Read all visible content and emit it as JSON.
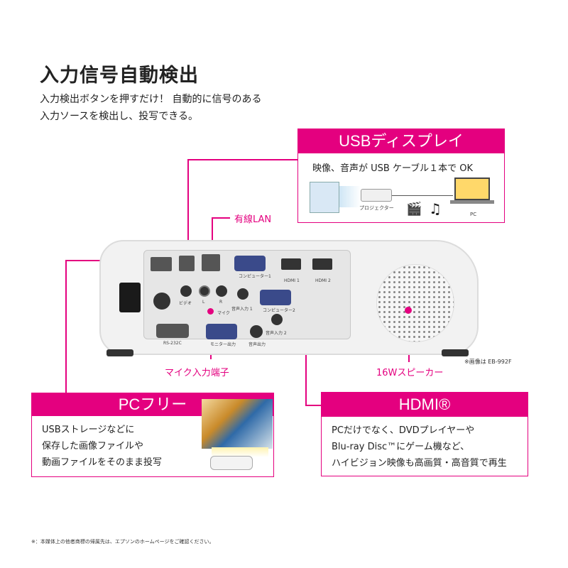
{
  "title": "入力信号自動検出",
  "lead": {
    "line1": "入力検出ボタンを押すだけ！ 自動的に信号のある",
    "line2": "入力ソースを検出し、投写できる。"
  },
  "usb_display": {
    "heading": "USBディスプレイ",
    "desc": "映像、音声が USB ケーブル１本で OK",
    "label_projector": "プロジェクター",
    "label_pc": "PC"
  },
  "wired_lan": {
    "label": "有線LAN"
  },
  "mic_input": {
    "label": "マイク入力端子"
  },
  "speaker": {
    "label": "16Wスピーカー"
  },
  "image_note": "※画像は EB-992F",
  "ports": {
    "computer1": "コンピューター1",
    "computer2": "コンピューター2",
    "hdmi1": "HDMI 1",
    "hdmi2": "HDMI 2",
    "video": "ビデオ",
    "l": "L",
    "r": "R",
    "mic": "マイク",
    "audio_in1": "音声入力 1",
    "audio_in2": "音声入力 2",
    "rs232c": "RS-232C",
    "monitor_out": "モニター出力",
    "audio_out": "音声出力"
  },
  "pc_free": {
    "heading": "PCフリー",
    "line1": "USBストレージなどに",
    "line2": "保存した画像ファイルや",
    "line3": "動画ファイルをそのまま投写"
  },
  "hdmi": {
    "heading": "HDMI®",
    "line1": "PCだけでなく、DVDプレイヤーや",
    "line2": "Blu-ray Disc™にゲーム機など、",
    "line3": "ハイビジョン映像も高画質・高音質で再生"
  },
  "footnote": "※：本媒体上の他者商標の帰属先は、エプソンのホームページをご確認ください。",
  "colors": {
    "accent": "#e4007f"
  }
}
